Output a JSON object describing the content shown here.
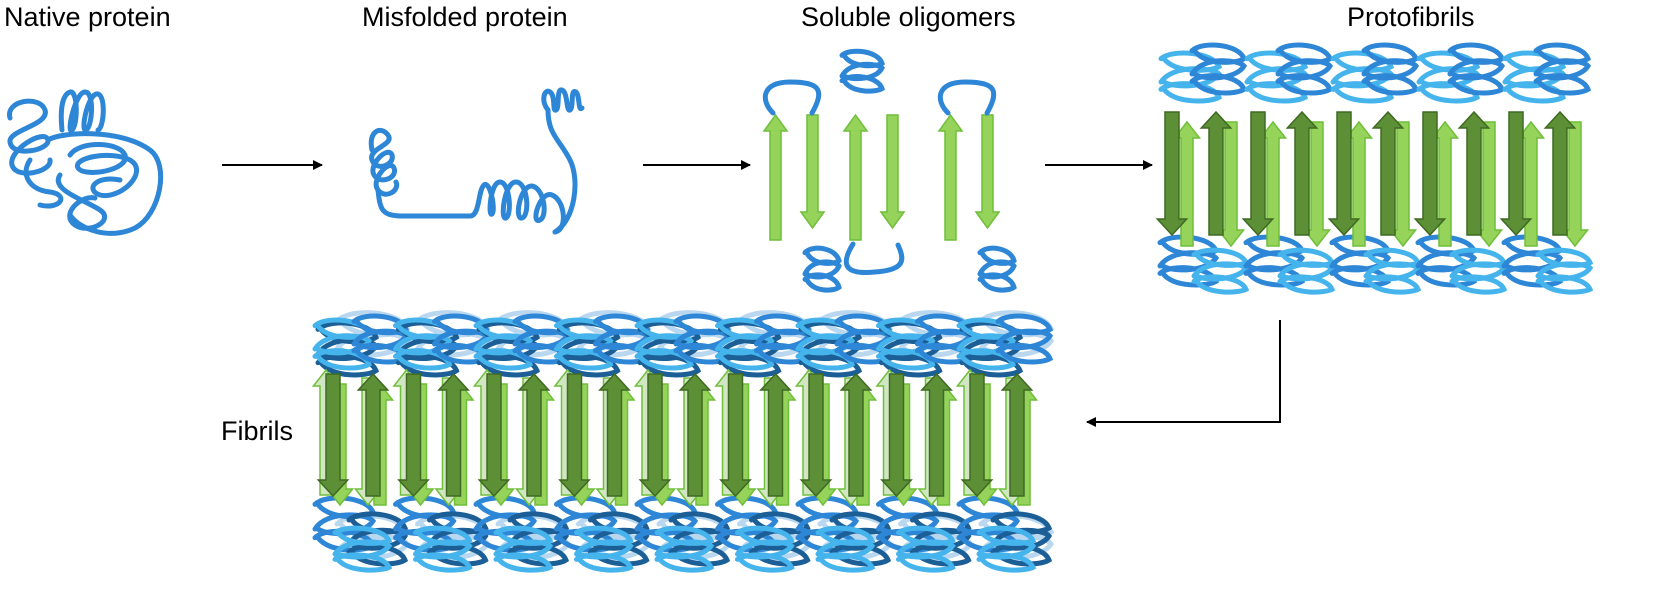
{
  "title": "Protein aggregation pathway",
  "stages": [
    {
      "id": "native",
      "label": "Native protein"
    },
    {
      "id": "misfolded",
      "label": "Misfolded protein"
    },
    {
      "id": "oligomers",
      "label": "Soluble oligomers"
    },
    {
      "id": "protofibrils",
      "label": "Protofibrils"
    },
    {
      "id": "fibrils",
      "label": "Fibrils"
    }
  ],
  "arrows": [
    {
      "from": "native",
      "to": "misfolded"
    },
    {
      "from": "misfolded",
      "to": "oligomers"
    },
    {
      "from": "oligomers",
      "to": "protofibrils"
    },
    {
      "from": "protofibrils",
      "to": "fibrils"
    }
  ],
  "colors": {
    "helix": "#2e86d6",
    "helix_light": "#45b4ec",
    "helix_dark": "#1c5f96",
    "helix_faint": "#b3d3ee",
    "strand_light": "#95d35a",
    "strand_light_edge": "#6fbf3a",
    "strand_dark": "#5d8f36",
    "strand_dark_edge": "#3f6a22",
    "strand_faint": "#d2e6c4",
    "arrow": "#000000"
  },
  "counts": {
    "oligomer_strand_pairs": 3,
    "protofibril_strand_pairs": 5,
    "fibril_strand_pairs": 9
  }
}
